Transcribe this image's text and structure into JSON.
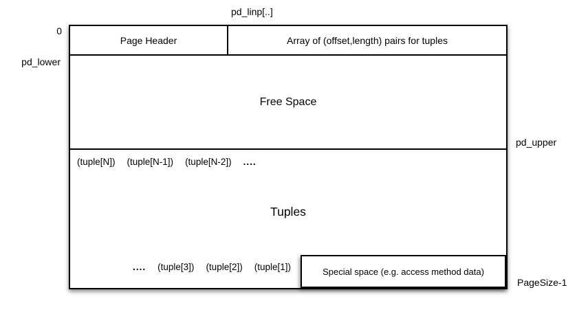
{
  "diagram": {
    "outside_labels": {
      "pd_linp": "pd_linp[..]",
      "zero": "0",
      "pd_lower": "pd_lower",
      "pd_upper": "pd_upper",
      "pagesize": "PageSize-1"
    },
    "header": {
      "page_header": "Page Header",
      "linp_array": "Array of (offset,length) pairs for tuples"
    },
    "free_space": "Free Space",
    "tuples": {
      "title": "Tuples",
      "top_row": [
        "(tuple[N])",
        "(tuple[N-1])",
        "(tuple[N-2])",
        "...."
      ],
      "bottom_row": [
        "....",
        "(tuple[3])",
        "(tuple[2])",
        "(tuple[1])"
      ]
    },
    "special_space": "Special space (e.g. access method data)"
  }
}
